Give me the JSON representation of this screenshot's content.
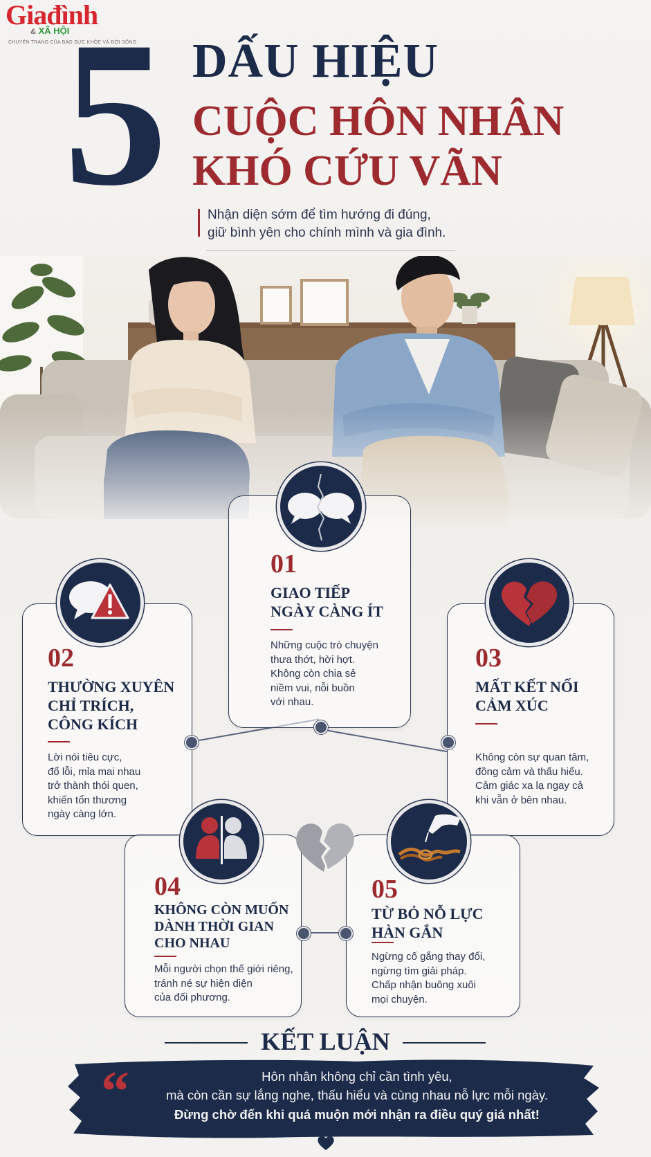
{
  "logo": {
    "name_top": "Giađình",
    "name_amp": "&",
    "name_bottom": "XÃ HỘI",
    "tagline": "CHUYÊN TRANG CỦA BÁO SỨC KHỎE VÀ ĐỜI SỐNG",
    "color_red": "#d7262f",
    "color_green": "#2e9a3e"
  },
  "header": {
    "number": "5",
    "line1": "DẤU HIỆU",
    "line2": "CUỘC HÔN NHÂN",
    "line3": "KHÓ CỨU VÃN",
    "subtitle_1": "Nhận diện sớm để tìm hướng đi đúng,",
    "subtitle_2": "giữ bình yên cho chính mình và gia đình."
  },
  "colors": {
    "navy": "#1d2b4a",
    "crimson": "#9d2a2f"
  },
  "cards": [
    {
      "num": "01",
      "title": "GIAO TIẾP\nNGÀY CÀNG ÍT",
      "body": "Những cuộc trò chuyện\nthưa thớt, hời hợt.\nKhông còn chia sẻ\nniềm vui, nỗi buồn\nvới nhau.",
      "icon": "broken-speech-bubbles-icon"
    },
    {
      "num": "02",
      "title": "THƯỜNG XUYÊN\nCHỈ TRÍCH,\nCÔNG KÍCH",
      "body": "Lời nói tiêu cực,\nđổ lỗi, mỉa mai nhau\ntrở thành thói quen,\nkhiến tổn thương\nngày càng lớn.",
      "icon": "speech-warning-icon"
    },
    {
      "num": "03",
      "title": "MẤT KẾT NỐI\nCẢM XÚC",
      "body": "Không còn sự quan tâm,\nđồng cảm và thấu hiểu.\nCảm giác xa lạ ngay cả\nkhi vẫn ở bên nhau.",
      "icon": "broken-heart-icon"
    },
    {
      "num": "04",
      "title": "KHÔNG CÒN MUỐN\nDÀNH THỜI GIAN\nCHO NHAU",
      "body": "Mỗi người chọn thế giới riêng,\ntránh né sự hiện diện\ncủa đối phương.",
      "icon": "back-to-back-people-icon"
    },
    {
      "num": "05",
      "title": "TỪ BỎ NỖ LỰC\nHÀN GẮN",
      "body": "Ngừng cố gắng thay đổi,\nngừng tìm giải pháp.\nChấp nhận buông xuôi\nmọi chuyện.",
      "icon": "untying-rope-icon"
    }
  ],
  "conclusion": {
    "title": "KẾT LUẬN",
    "quote_mark": "“",
    "line1": "Hôn nhân không chỉ cần tình yêu,",
    "line2": "mà còn cần sự lắng nghe, thấu hiểu và cùng nhau nỗ lực mỗi ngày.",
    "line3": "Đừng chờ đến khi quá muộn mới nhận ra điều quý giá nhất!"
  }
}
